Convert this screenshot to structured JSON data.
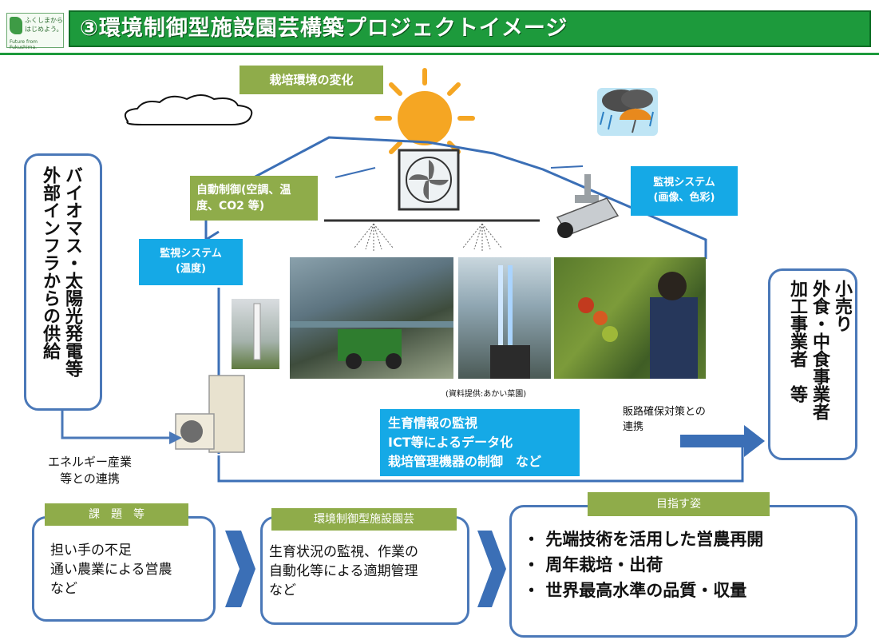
{
  "header": {
    "title": "③環境制御型施設園芸構築プロジェクトイメージ",
    "logo_text": "ふくしまから\nはじめよう。",
    "logo_sub": "Future from Fukushima."
  },
  "labels": {
    "env_change": "栽培環境の変化",
    "auto_control_1": "自動制御(空調、温",
    "auto_control_2": "度、CO2 等)",
    "monitor_temp_1": "監視システム",
    "monitor_temp_2": "(温度)",
    "monitor_img_1": "監視システム",
    "monitor_img_2": "(画像、色彩)",
    "photo_credit": "(資料提供:あかい菜園)",
    "growth_1": "生育情報の監視",
    "growth_2": "ICT等によるデータ化",
    "growth_3": "栽培管理機器の制御　など",
    "energy_1": "エネルギー産業",
    "energy_2": "等との連携",
    "sales_1": "販路確保対策との",
    "sales_2": "連携"
  },
  "left_box": {
    "col1": "バイオマス・太陽光発電等",
    "col2": "外部インフラからの供給"
  },
  "right_box": {
    "col1": "小売り",
    "col2": "外食・中食事業者",
    "col3": "加工事業者　等"
  },
  "issues": {
    "tab": "課　題　等",
    "lines": [
      "担い手の不足",
      "通い農業による営農",
      "など"
    ]
  },
  "env_facility": {
    "tab": "環境制御型施設園芸",
    "lines": [
      "生育状況の監視、作業の",
      "自動化等による適期管理",
      "など"
    ]
  },
  "goals": {
    "tab": "目指す姿",
    "items": [
      "先端技術を活用した営農再開",
      "周年栽培・出荷",
      "世界最高水準の品質・収量"
    ]
  },
  "colors": {
    "header_green": "#1d9a3c",
    "olive": "#8fac4a",
    "blue_label": "#15a9e6",
    "outline_blue": "#4a78b8",
    "arrow_blue": "#3b6fb6"
  }
}
